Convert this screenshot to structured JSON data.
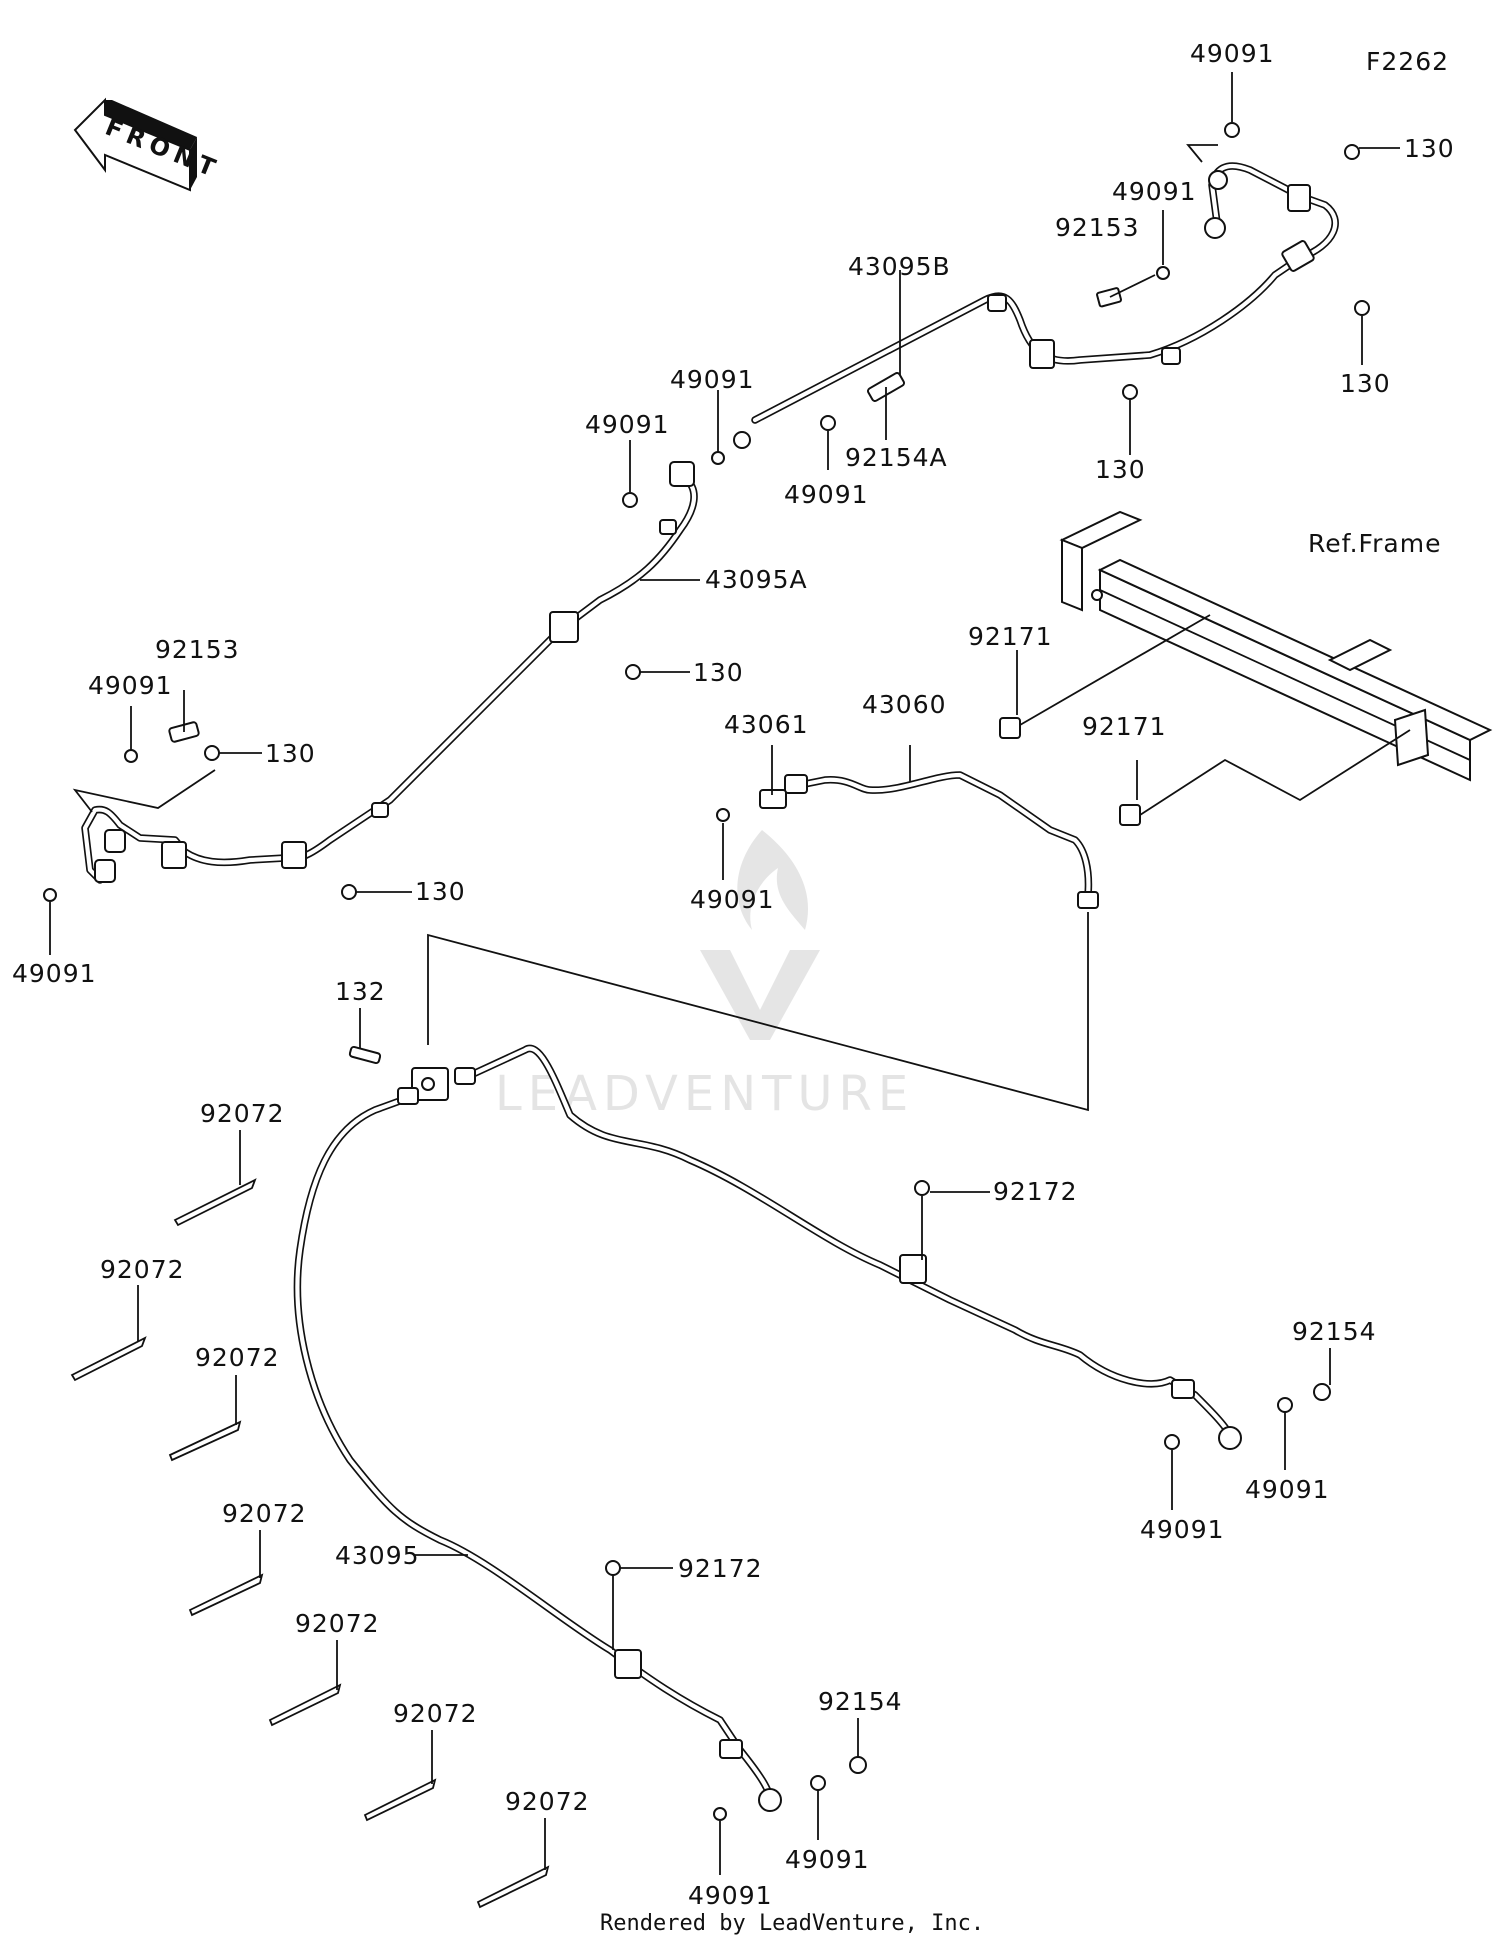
{
  "diagram_code": "F2262",
  "front_label": "FRONT",
  "ref_frame_label": "Ref.Frame",
  "credit": "Rendered by LeadVenture, Inc.",
  "watermark": "LEADVENTURE",
  "callouts": {
    "c49091_a": "49091",
    "c130_a": "130",
    "c49091_b": "49091",
    "c92153_a": "92153",
    "c130_b": "130",
    "c43095B": "43095B",
    "c130_c": "130",
    "c49091_c": "49091",
    "c49091_d": "49091",
    "c49091_e": "49091",
    "c92154A": "92154A",
    "c43095A": "43095A",
    "c130_d": "130",
    "c92153_b": "92153",
    "c49091_f": "49091",
    "c130_e": "130",
    "c130_f": "130",
    "c49091_g": "49091",
    "c92171_a": "92171",
    "c92171_b": "92171",
    "c43061": "43061",
    "c43060": "43060",
    "c49091_h": "49091",
    "c132": "132",
    "c92072_a": "92072",
    "c92072_b": "92072",
    "c92072_c": "92072",
    "c92072_d": "92072",
    "c92072_e": "92072",
    "c92072_f": "92072",
    "c92072_g": "92072",
    "c92172_a": "92172",
    "c92154_a": "92154",
    "c49091_i": "49091",
    "c49091_j": "49091",
    "c43095": "43095",
    "c92172_b": "92172",
    "c92154_b": "92154",
    "c49091_k": "49091",
    "c49091_l": "49091"
  }
}
